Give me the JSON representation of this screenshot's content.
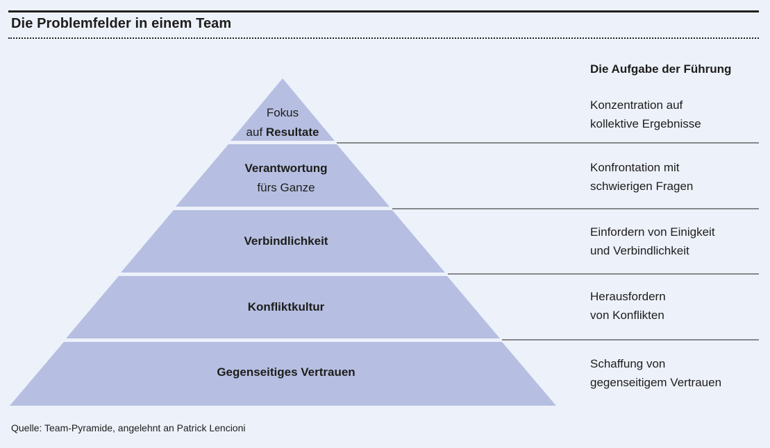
{
  "title": "Die Problemfelder in einem Team",
  "right_heading": "Die Aufgabe der Führung",
  "levels": [
    {
      "line1": "Fokus",
      "line2_pre": "auf ",
      "line2_bold": "Resultate",
      "task1": "Konzentration auf",
      "task2": "kollektive Ergebnisse"
    },
    {
      "line1": "Verantwortung",
      "line2": "fürs Ganze",
      "task1": "Konfrontation mit",
      "task2": "schwierigen Fragen"
    },
    {
      "line1": "Verbindlichkeit",
      "task1": "Einfordern von Einigkeit",
      "task2": "und Verbindlichkeit"
    },
    {
      "line1": "Konfliktkultur",
      "task1": "Herausfordern",
      "task2": "von Konflikten"
    },
    {
      "line1": "Gegenseitiges Vertrauen",
      "task1": "Schaffung von",
      "task2": "gegenseitigem Vertrauen"
    }
  ],
  "source": "Quelle: Team-Pyramide, angelehnt an Patrick Lencioni",
  "colors": {
    "background": "#edf1fa",
    "pyramid": "#b6bfe1",
    "text": "#1d1d1b"
  }
}
